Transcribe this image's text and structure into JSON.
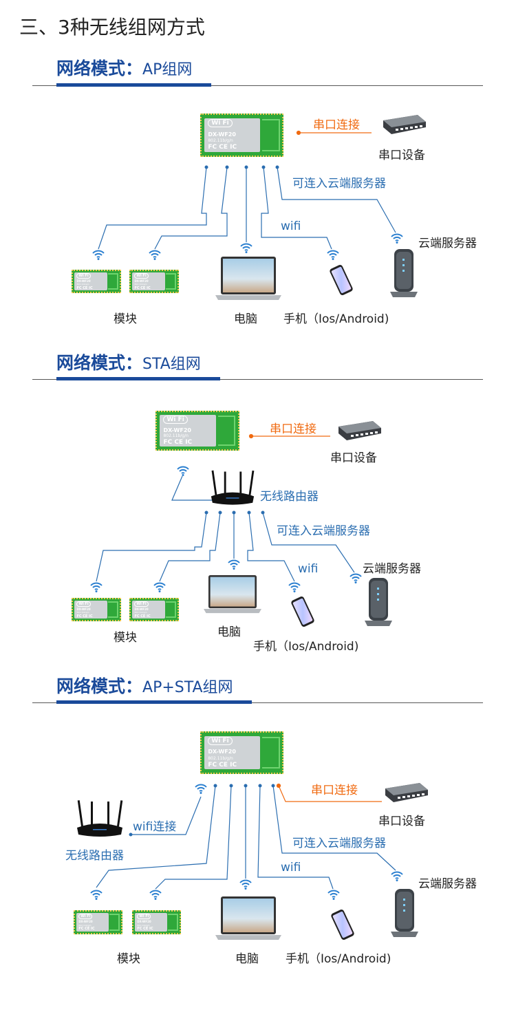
{
  "heading": "三、3种无线组网方式",
  "module": {
    "wifi_logo": "Wi Fi",
    "model": "DX-WF20",
    "standard": "802.11b/g/n",
    "certs": "FC CE IC"
  },
  "sections": [
    {
      "title_prefix": "网络模式：",
      "title_mode": "AP组网",
      "serial_link": "串口连接",
      "serial_device": "串口设备",
      "cloud_link": "可连入云端服务器",
      "wifi": "wifi",
      "cloud_server": "云端服务器",
      "module_label": "模块",
      "pc_label": "电脑",
      "phone_label": "手机（Ios/Android)"
    },
    {
      "title_prefix": "网络模式：",
      "title_mode": "STA组网",
      "serial_link": "串口连接",
      "serial_device": "串口设备",
      "router": "无线路由器",
      "cloud_link": "可连入云端服务器",
      "wifi": "wifi",
      "cloud_server": "云端服务器",
      "module_label": "模块",
      "pc_label": "电脑",
      "phone_label": "手机（Ios/Android)"
    },
    {
      "title_prefix": "网络模式：",
      "title_mode": "AP+STA组网",
      "serial_link": "串口连接",
      "serial_device": "串口设备",
      "router": "无线路由器",
      "wifi_link": "wifi连接",
      "cloud_link": "可连入云端服务器",
      "wifi": "wifi",
      "cloud_server": "云端服务器",
      "module_label": "模块",
      "pc_label": "电脑",
      "phone_label": "手机（Ios/Android)"
    }
  ],
  "colors": {
    "title": "#1a4a9a",
    "link": "#2a6db0",
    "serial": "#f06a10"
  }
}
